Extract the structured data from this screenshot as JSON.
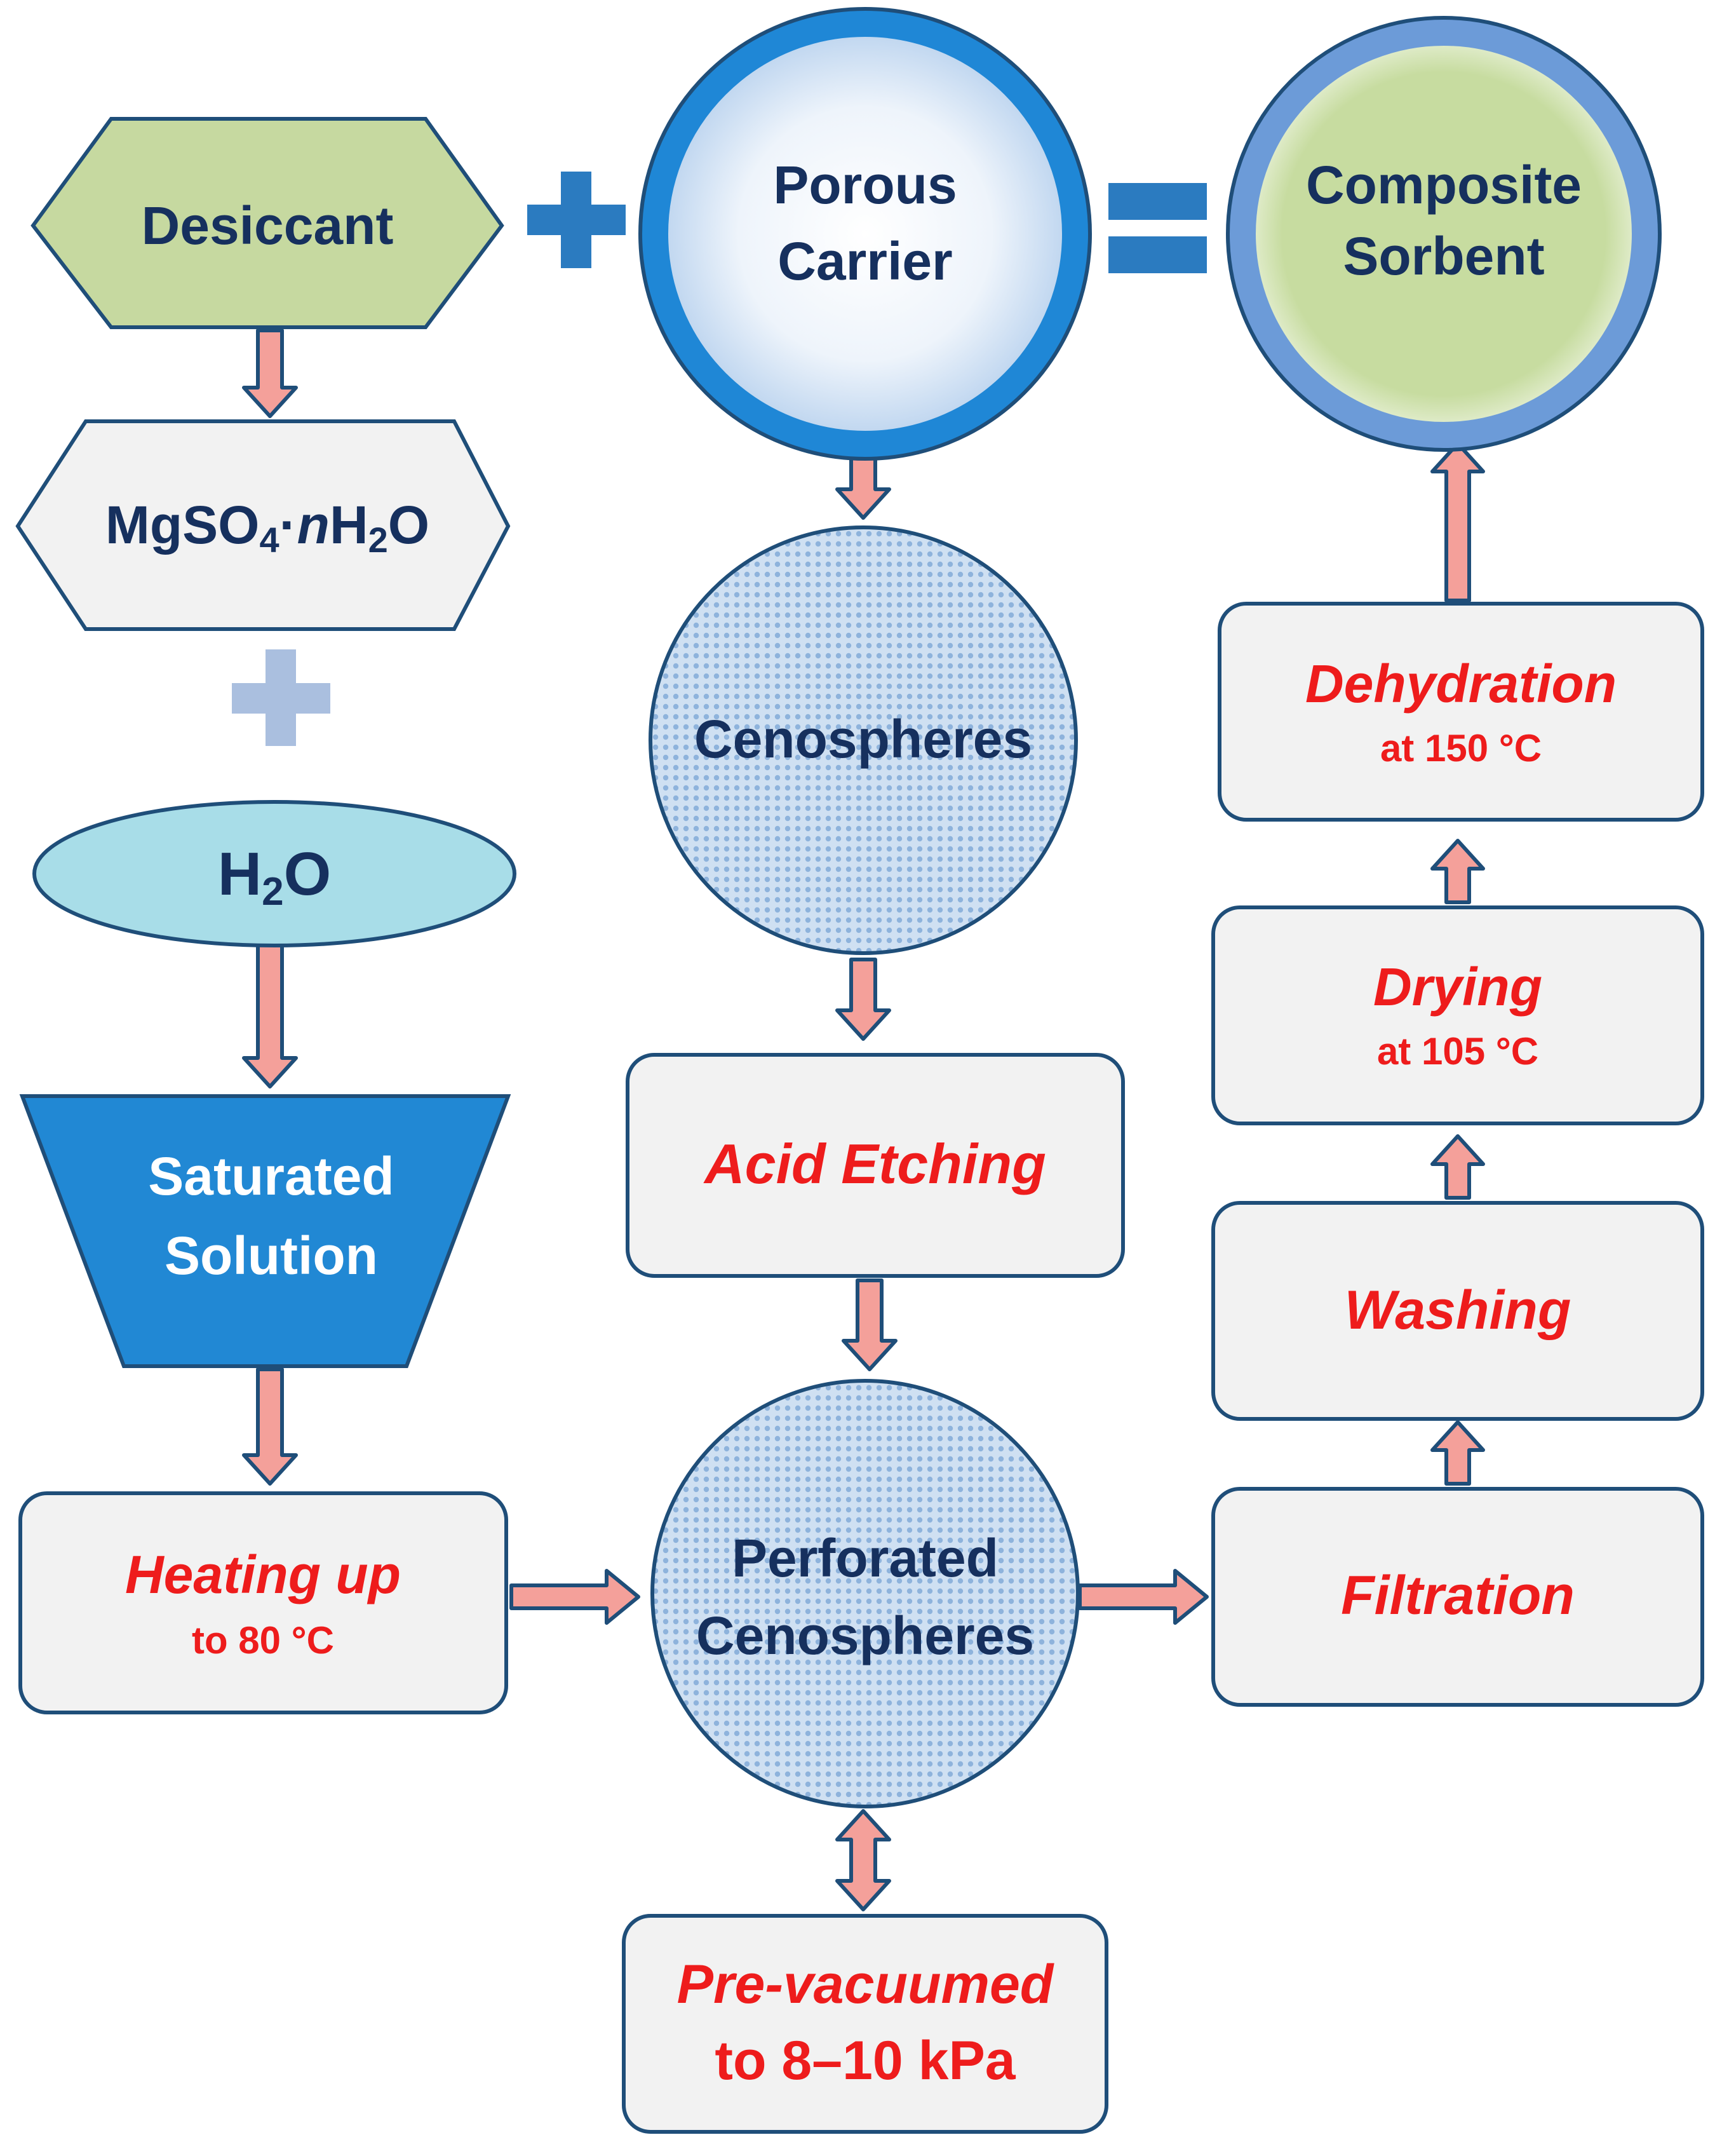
{
  "materials": {
    "desiccant": "Desiccant",
    "porous_carrier": [
      "Porous",
      "Carrier"
    ],
    "composite_sorbent": [
      "Composite",
      "Sorbent"
    ],
    "salt": {
      "base": "MgSO",
      "sub1": "4",
      "dot": "·",
      "n": "n",
      "h": "H",
      "sub2": "2",
      "o": "O"
    },
    "water": {
      "h": "H",
      "sub": "2",
      "o": "O"
    },
    "saturated_solution": [
      "Saturated",
      "Solution"
    ],
    "cenospheres": "Cenospheres",
    "perforated_cenospheres": [
      "Perforated",
      "Cenospheres"
    ]
  },
  "steps": {
    "heating": {
      "title": "Heating up",
      "detail": "to 80 °C"
    },
    "acid_etching": "Acid Etching",
    "pre_vacuum": [
      "Pre-vacuumed",
      "to 8–10 kPa"
    ],
    "filtration": "Filtration",
    "washing": "Washing",
    "drying": {
      "title": "Drying",
      "detail": "at 105 °C"
    },
    "dehydration": {
      "title": "Dehydration",
      "detail": "at 150 °C"
    }
  },
  "colors": {
    "navy_text": "#16305e",
    "red_text": "#ee1c1c",
    "hexagon_green": "#c6d9a0",
    "box_fill": "#f2f2f2",
    "box_border": "#1f4e79",
    "circle_ring": "#1f87d6",
    "composite_ring": "#6c9bd8",
    "composite_core": "#c7dca0",
    "ellipse_fill": "#a8dde8",
    "trapezoid_fill": "#2188d4",
    "arrow_fill": "#f4a09a",
    "arrow_outline": "#1f4e79",
    "plus_dark": "#2b7bc0",
    "plus_light": "#aabfdf",
    "equals": "#2b7bc0"
  }
}
